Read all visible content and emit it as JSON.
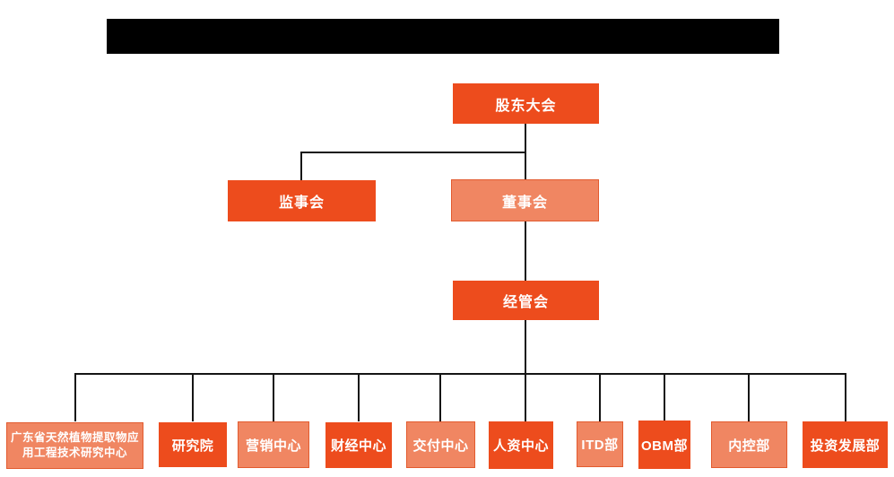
{
  "page": {
    "background": "#ffffff",
    "kind": "organizational chart"
  },
  "title_bar": {
    "text": "",
    "bg": "#000000"
  },
  "colors": {
    "dark_orange": "#ED4C1D",
    "light_orange": "#F08662",
    "light_orange_border": "#E25B2F",
    "connector_line": "#151515",
    "node_text": "#ffffff"
  },
  "org_chart": {
    "root": {
      "label": "股东大会",
      "variant": "dark"
    },
    "level2": [
      {
        "label": "监事会",
        "variant": "dark"
      },
      {
        "label": "董事会",
        "variant": "light"
      }
    ],
    "level3": {
      "label": "经管会",
      "variant": "dark"
    },
    "departments": [
      {
        "label": "广东省天然植物提取物应用工程技术研究中心",
        "variant": "light"
      },
      {
        "label": "研究院",
        "variant": "dark"
      },
      {
        "label": "营销中心",
        "variant": "light"
      },
      {
        "label": "财经中心",
        "variant": "dark"
      },
      {
        "label": "交付中心",
        "variant": "light"
      },
      {
        "label": "人资中心",
        "variant": "dark"
      },
      {
        "label": "ITD部",
        "variant": "light"
      },
      {
        "label": "OBM部",
        "variant": "dark"
      },
      {
        "label": "内控部",
        "variant": "light"
      },
      {
        "label": "投资发展部",
        "variant": "dark"
      }
    ]
  }
}
